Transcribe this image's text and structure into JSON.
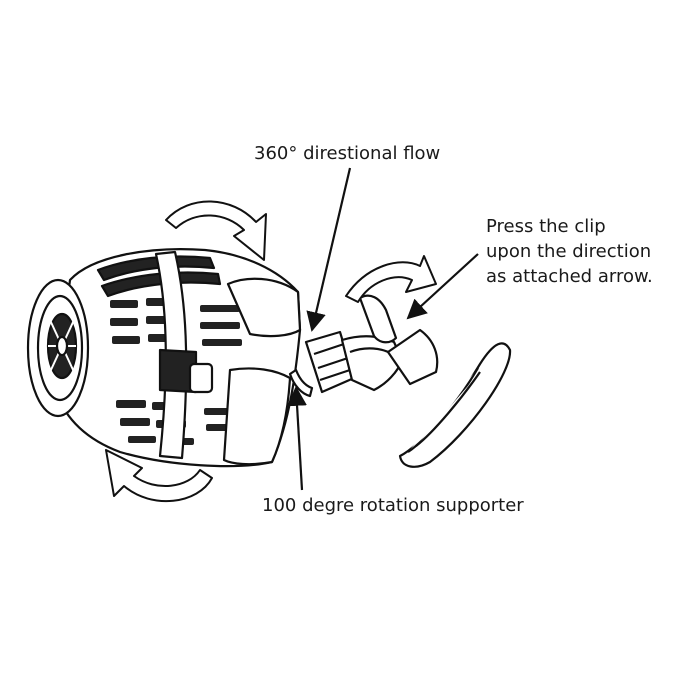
{
  "labels": {
    "flow": "360° direstional flow",
    "clip_line1": "Press the clip",
    "clip_line2": "upon the direction",
    "clip_line3": "as attached arrow.",
    "rotation": "100 degre rotation supporter"
  },
  "colors": {
    "stroke": "#111111",
    "fill": "#ffffff",
    "dark": "#1a1a1a"
  },
  "icons": {
    "rotation_arrow": "curved-arrow-icon",
    "pointer": "arrow-pointer-icon"
  }
}
